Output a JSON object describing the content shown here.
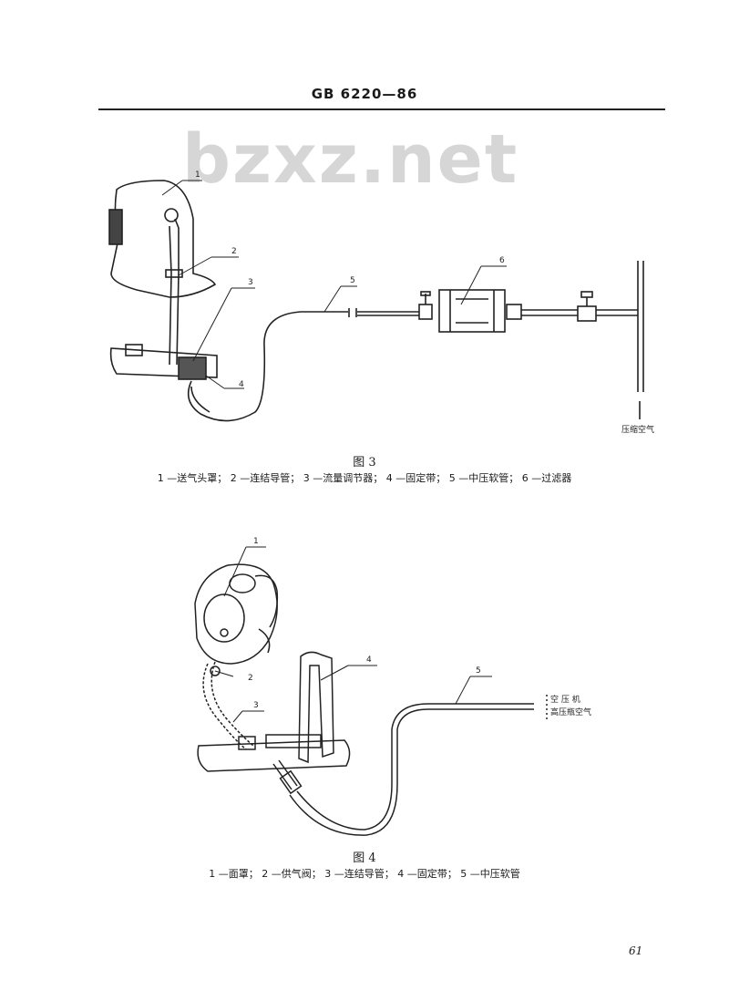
{
  "header": {
    "standard": "GB 6220—86"
  },
  "watermark": "bzxz.net",
  "figure3": {
    "caption": "图 3",
    "legend": "1 —送气头罩； 2 —连结导管； 3 —流量调节器； 4 —固定带； 5 —中压软管； 6 —过滤器",
    "callouts": [
      "1",
      "2",
      "3",
      "4",
      "5",
      "6"
    ],
    "side_label": "压缩空气"
  },
  "figure4": {
    "caption": "图 4",
    "legend": "1 —面罩； 2 —供气阀； 3 —连结导管； 4 —固定带； 5 —中压软管",
    "callouts": [
      "1",
      "2",
      "3",
      "4",
      "5"
    ],
    "side_label_1": "空 压 机",
    "side_label_2": "高压瓶空气"
  },
  "page_number": "61"
}
